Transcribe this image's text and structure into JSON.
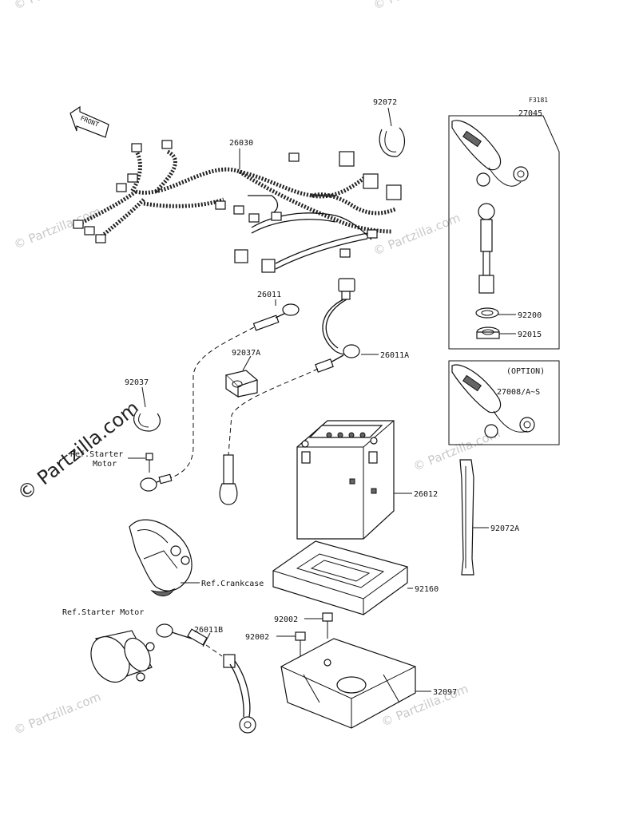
{
  "figure_code": "F3181",
  "front_label": "FRONT",
  "parts": {
    "p26030": "26030",
    "p92072": "92072",
    "p27045": "27045",
    "p92200": "92200",
    "p92015": "92015",
    "p26011": "26011",
    "p92037A": "92037A",
    "p26011A": "26011A",
    "p92037": "92037",
    "p26012": "26012",
    "p92072A": "92072A",
    "p92160": "92160",
    "p92002a": "92002",
    "p92002b": "92002",
    "p26011B": "26011B",
    "p32097": "32097",
    "option_label": "(OPTION)",
    "p27008": "27008/A~S"
  },
  "refs": {
    "starter_motor_top_line1": "Ref.Starter",
    "starter_motor_top_line2": "Motor",
    "crankcase": "Ref.Crankcase",
    "starter_motor_bottom": "Ref.Starter Motor"
  },
  "watermarks": {
    "main": "© Partzilla.com",
    "tile": "© Partzilla.com"
  }
}
